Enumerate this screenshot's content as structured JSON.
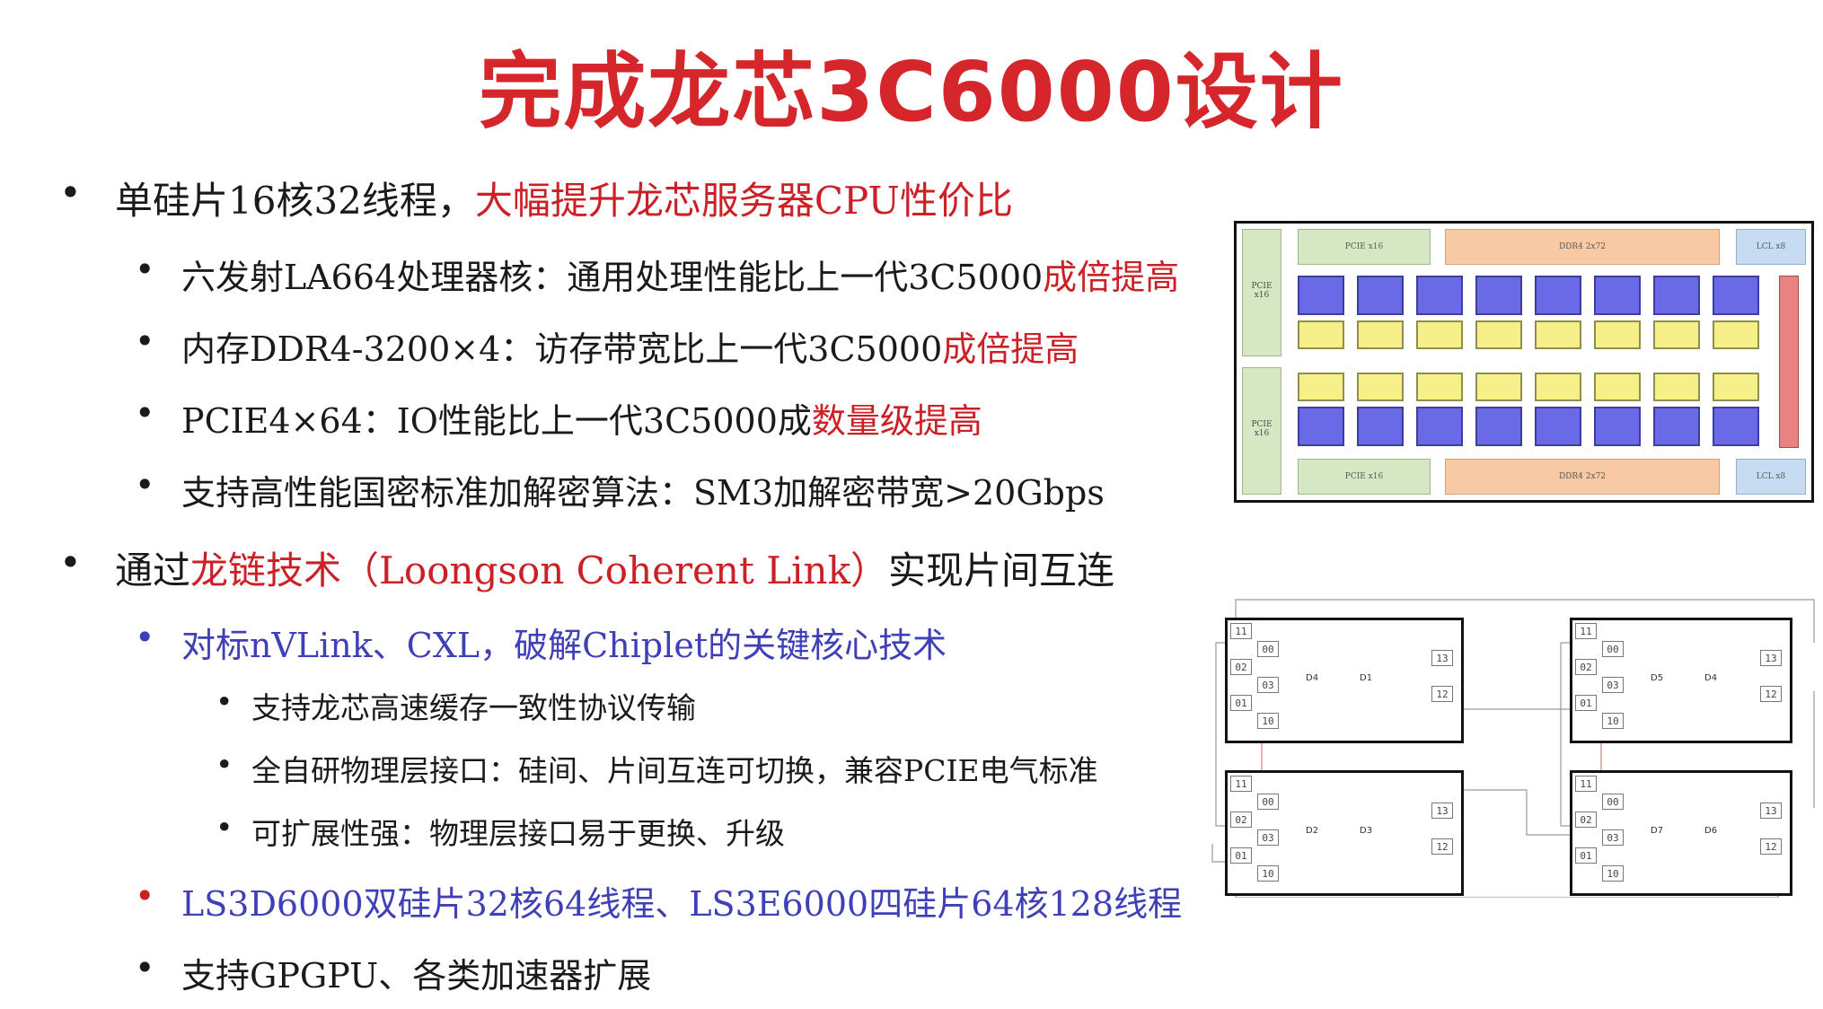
{
  "title": "完成龙芯3C6000设计",
  "bullets": {
    "b1": {
      "a": "单硅片16核32线程，",
      "b": "大幅提升龙芯服务器CPU性价比"
    },
    "b1_1": {
      "a": "六发射LA664处理器核：通用处理性能比上一代3C5000",
      "b": "成倍提高"
    },
    "b1_2": {
      "a": "内存DDR4-3200×4：访存带宽比上一代3C5000",
      "b": "成倍提高"
    },
    "b1_3": {
      "a": "PCIE4×64：IO性能比上一代3C5000成",
      "b": "数量级提高"
    },
    "b1_4": {
      "a": "支持高性能国密标准加解密算法：SM3加解密带宽>20Gbps"
    },
    "b2": {
      "a": "通过",
      "b": "龙链技术（Loongson Coherent Link）",
      "c": "实现片间互连"
    },
    "b2_1": {
      "a": "对标nVLink、CXL，破解Chiplet的关键核心技术"
    },
    "b2_1_1": {
      "a": "支持龙芯高速缓存一致性协议传输"
    },
    "b2_1_2": {
      "a": "全自研物理层接口：硅间、片间互连可切换，兼容PCIE电气标准"
    },
    "b2_1_3": {
      "a": "可扩展性强：物理层接口易于更换、升级"
    },
    "b2_2": {
      "a": "LS3D6000双硅片32核64线程、LS3E6000四硅片64核128线程"
    },
    "b2_3": {
      "a": "支持GPGPU、各类加速器扩展"
    }
  },
  "bullet_char": "•",
  "diagram": {
    "pcie_left_top": "PCIE x16",
    "pcie_left_bottom": "PCIE x16",
    "pcie_top": "PCIE x16",
    "ddr_top": "DDR4 2x72",
    "lcl_top": "LCL x8",
    "pcie_bottom": "PCIE x16",
    "ddr_bottom": "DDR4 2x72",
    "lcl_bottom": "LCL x8",
    "colors": {
      "core": "#6a6ae6",
      "cache": "#f7f08a",
      "pcie": "#d5e8c3",
      "ddr": "#f7c9a4",
      "lcl": "#c7dcf2",
      "bar": "#e98282"
    }
  },
  "topology": {
    "ports": [
      "11",
      "00",
      "02",
      "03",
      "01",
      "10",
      "13",
      "12"
    ],
    "dies": [
      {
        "a": "D4",
        "b": "D1"
      },
      {
        "a": "D5",
        "b": "D4"
      },
      {
        "a": "D2",
        "b": "D3"
      },
      {
        "a": "D7",
        "b": "D6"
      }
    ]
  }
}
